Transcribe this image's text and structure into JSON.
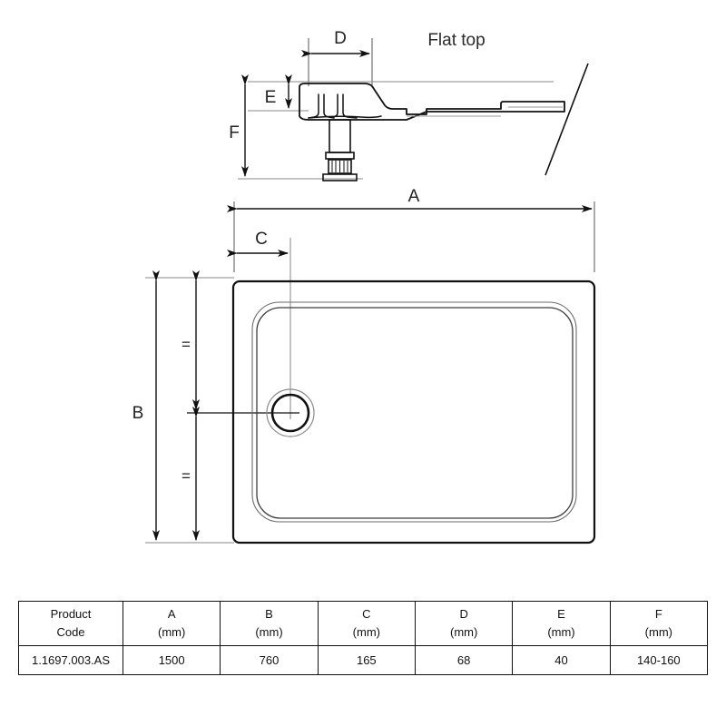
{
  "drawing": {
    "notes": {
      "flat_top": "Flat top"
    },
    "labels": {
      "A": "A",
      "B": "B",
      "C": "C",
      "D": "D",
      "E": "E",
      "F": "F",
      "equal_top": "=",
      "equal_bottom": "="
    }
  },
  "table": {
    "headers": [
      {
        "line1": "Product",
        "line2": "Code"
      },
      {
        "line1": "A",
        "line2": "(mm)"
      },
      {
        "line1": "B",
        "line2": "(mm)"
      },
      {
        "line1": "C",
        "line2": "(mm)"
      },
      {
        "line1": "D",
        "line2": "(mm)"
      },
      {
        "line1": "E",
        "line2": "(mm)"
      },
      {
        "line1": "F",
        "line2": "(mm)"
      }
    ],
    "rows": [
      {
        "code": "1.1697.003.AS",
        "a": "1500",
        "b": "760",
        "c": "165",
        "d": "68",
        "e": "40",
        "f": "140-160"
      }
    ]
  },
  "colors": {
    "line": "#111111",
    "thin_line": "#8a8a8a",
    "background": "#ffffff",
    "text": "#222222"
  }
}
